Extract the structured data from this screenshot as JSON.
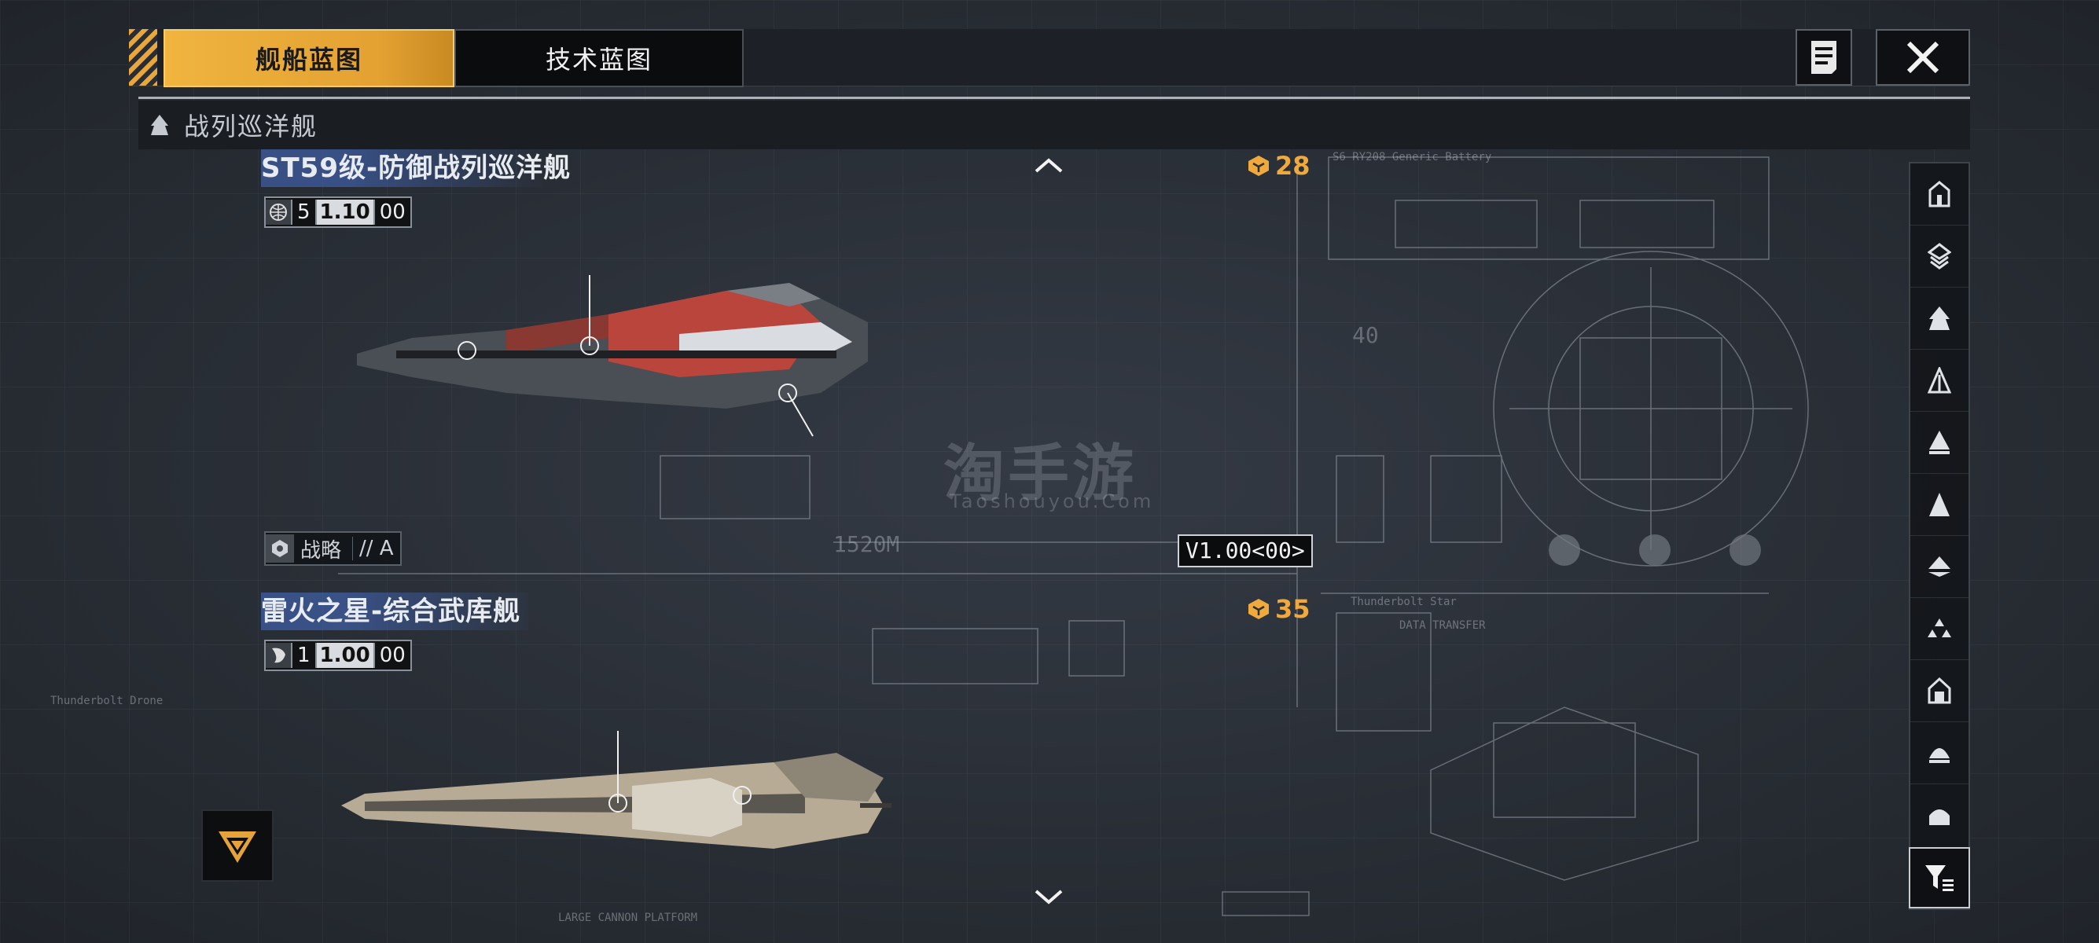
{
  "tabs": {
    "ship_blueprint": "舰船蓝图",
    "tech_blueprint": "技术蓝图"
  },
  "category": {
    "label": "战列巡洋舰"
  },
  "ships": [
    {
      "name": "ST59级-防御战列巡洋舰",
      "stat_count": "5",
      "stat_tier": "1.10",
      "stat_sub": "00",
      "cost": "28",
      "role": "战略",
      "grade": "// A",
      "version": "V1.00<00>"
    },
    {
      "name": "雷火之星-综合武库舰",
      "stat_count": "1",
      "stat_tier": "1.00",
      "stat_sub": "00",
      "cost": "35"
    }
  ],
  "blueprint_labels": {
    "battery": "S6 RY208 Generic Battery",
    "length": "1520M",
    "thunder": "Thunderbolt Star",
    "data_transfer": "DATA TRANSFER",
    "large_cannon": "LARGE CANNON PLATFORM",
    "ship_bg_1": "Thunderbolt Drone",
    "num_40": "40"
  },
  "watermark": {
    "cn": "淘手游",
    "en": "Taoshouyou.Com"
  },
  "icons": {
    "doc": "document-icon",
    "close": "close-icon",
    "filter": "filter-icon"
  },
  "colors": {
    "accent": "#f0b43f",
    "cost": "#f0a93c",
    "title_band": "#466ec8"
  }
}
